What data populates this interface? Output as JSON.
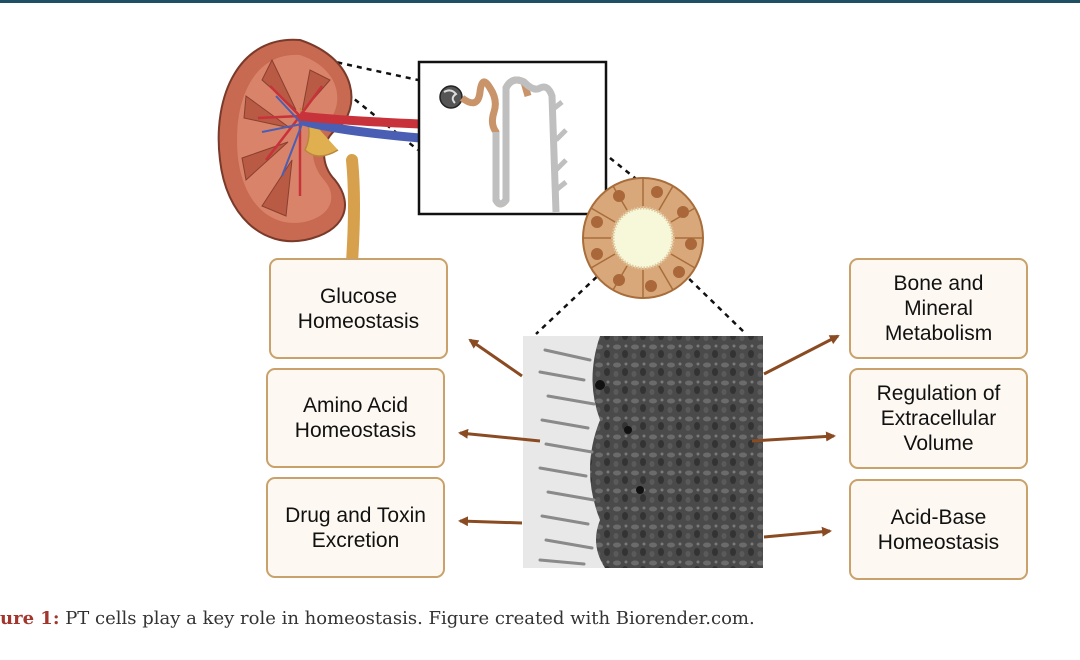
{
  "diagram": {
    "left_boxes": [
      {
        "label": "Glucose\nHomeostasis"
      },
      {
        "label": "Amino Acid\nHomeostasis"
      },
      {
        "label": "Drug and Toxin\nExcretion"
      }
    ],
    "right_boxes": [
      {
        "label": "Bone and\nMineral\nMetabolism"
      },
      {
        "label": "Regulation of\nExtracellular\nVolume"
      },
      {
        "label": "Acid-Base\nHomeostasis"
      }
    ]
  },
  "caption": {
    "label": "ure 1:",
    "text": " PT cells play a key role in homeostasis. Figure created with Biorender.com."
  },
  "colors": {
    "box_border": "#c9a16a",
    "box_fill": "#fdf9f2",
    "arrow": "#8a4b22",
    "caption_label": "#a2352c",
    "kidney_cortex": "#c86a52",
    "kidney_medulla": "#d9846a",
    "artery": "#c8323a",
    "vein": "#4a5fb3",
    "ureter": "#d6a04c",
    "pt_segment": "#c9946a",
    "top_rule": "#1f4f62"
  }
}
